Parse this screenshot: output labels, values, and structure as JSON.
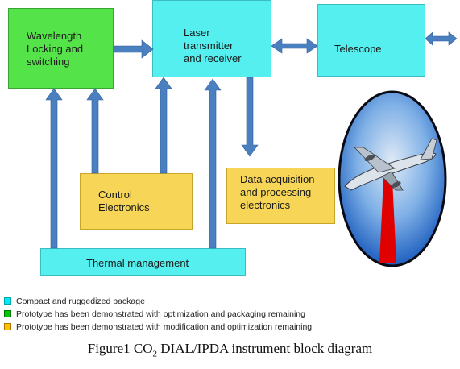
{
  "blocks": {
    "wavelength": "Wavelength\nLocking and\nswitching",
    "laser": "Laser\ntransmitter\nand receiver",
    "telescope": "Telescope",
    "control": "Control\nElectronics",
    "data_acq": "Data acquisition\nand processing\nelectronics",
    "thermal": "Thermal management"
  },
  "legend": [
    {
      "color": "#00e9f6",
      "text": "Compact and ruggedized package"
    },
    {
      "color": "#00c800",
      "text": "Prototype has been demonstrated with optimization and packaging remaining"
    },
    {
      "color": "#ffc000",
      "text": "Prototype has been demonstrated with modification and optimization remaining"
    }
  ],
  "caption": {
    "prefix": "Figure1 CO",
    "subscript": "2",
    "suffix": " DIAL/IPDA instrument block diagram"
  },
  "colors": {
    "arrow": "#4a7fc0",
    "green_block": "#55e34a",
    "cyan_block": "#55efef",
    "yellow_block": "#f7d657",
    "laser_beam": "#e00000",
    "sky": "#2b7ad6"
  },
  "illustration": "airplane-with-laser-beam-icon"
}
